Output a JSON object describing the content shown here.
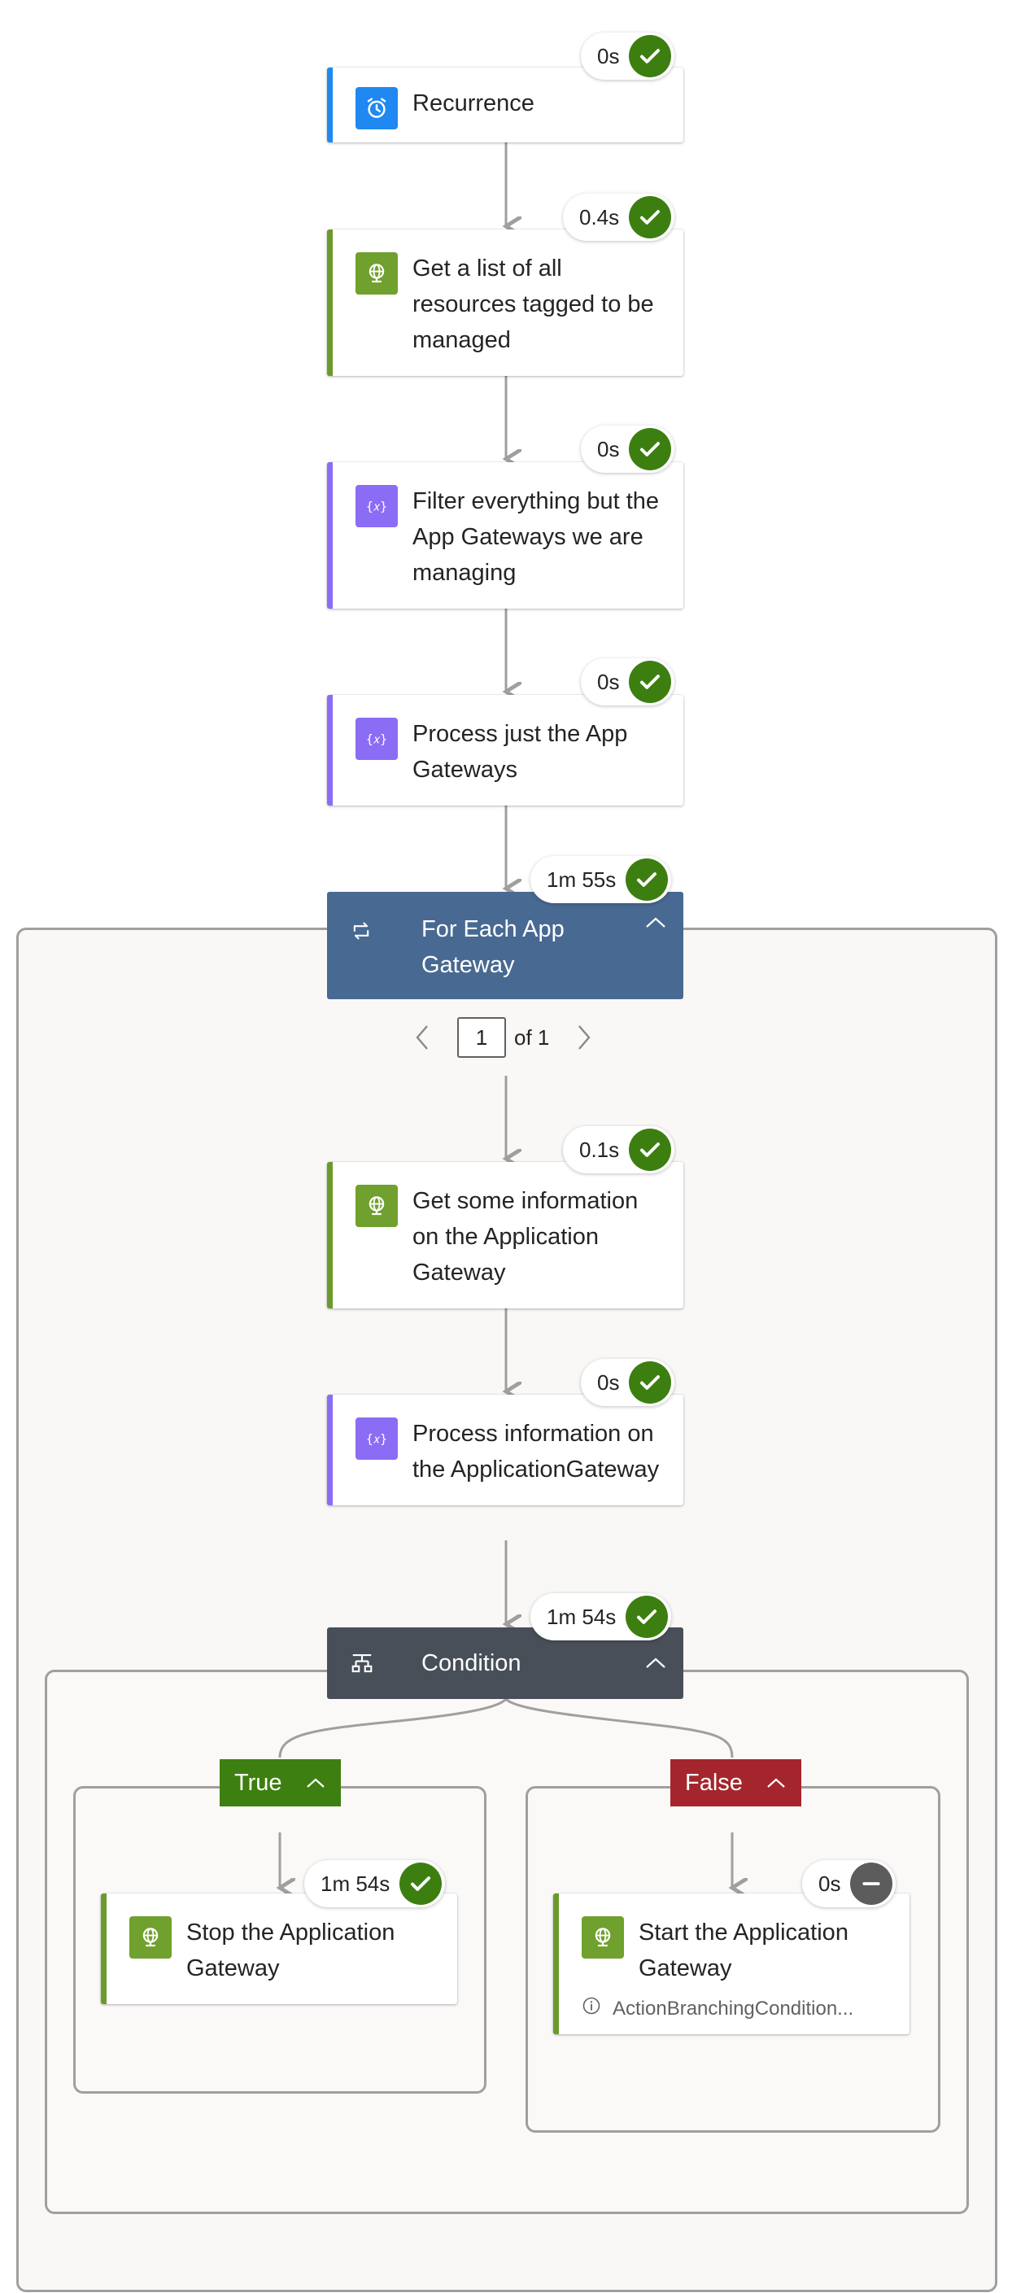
{
  "flow": {
    "recurrence": {
      "title": "Recurrence",
      "duration": "0s",
      "icon": "alarm-clock-icon"
    },
    "list_resources": {
      "title": "Get a list of all resources tagged to be managed",
      "duration": "0.4s",
      "icon": "globe-icon"
    },
    "filter_gateways": {
      "title": "Filter everything but the App Gateways we are managing",
      "duration": "0s",
      "icon": "variable-icon"
    },
    "process_gateways": {
      "title": "Process just the App Gateways",
      "duration": "0s",
      "icon": "variable-icon"
    },
    "foreach": {
      "title": "For Each App Gateway",
      "duration": "1m 55s",
      "icon": "loop-icon",
      "pager": {
        "current": "1",
        "of_label": "of 1"
      },
      "get_info": {
        "title": "Get some information on the Application Gateway",
        "duration": "0.1s",
        "icon": "globe-icon"
      },
      "process_info": {
        "title": "Process information on the ApplicationGateway",
        "duration": "0s",
        "icon": "variable-icon"
      },
      "condition": {
        "title": "Condition",
        "duration": "1m 54s",
        "icon": "condition-icon",
        "true_branch": {
          "label": "True",
          "action": {
            "title": "Stop the Application Gateway",
            "duration": "1m 54s",
            "icon": "globe-icon",
            "status": "succeeded"
          }
        },
        "false_branch": {
          "label": "False",
          "action": {
            "title": "Start the Application Gateway",
            "duration": "0s",
            "icon": "globe-icon",
            "status": "skipped",
            "note": "ActionBranchingCondition..."
          }
        }
      }
    }
  },
  "colors": {
    "success": "#3c7f10",
    "skipped": "#5c5c5c",
    "http_action": "#70a02d",
    "variable_action": "#8b6cf5",
    "schedule_action": "#1f88f1",
    "loop_header": "#486991",
    "condition_header": "#484f58",
    "true_branch": "#3d7f10",
    "false_branch": "#a4262c"
  }
}
